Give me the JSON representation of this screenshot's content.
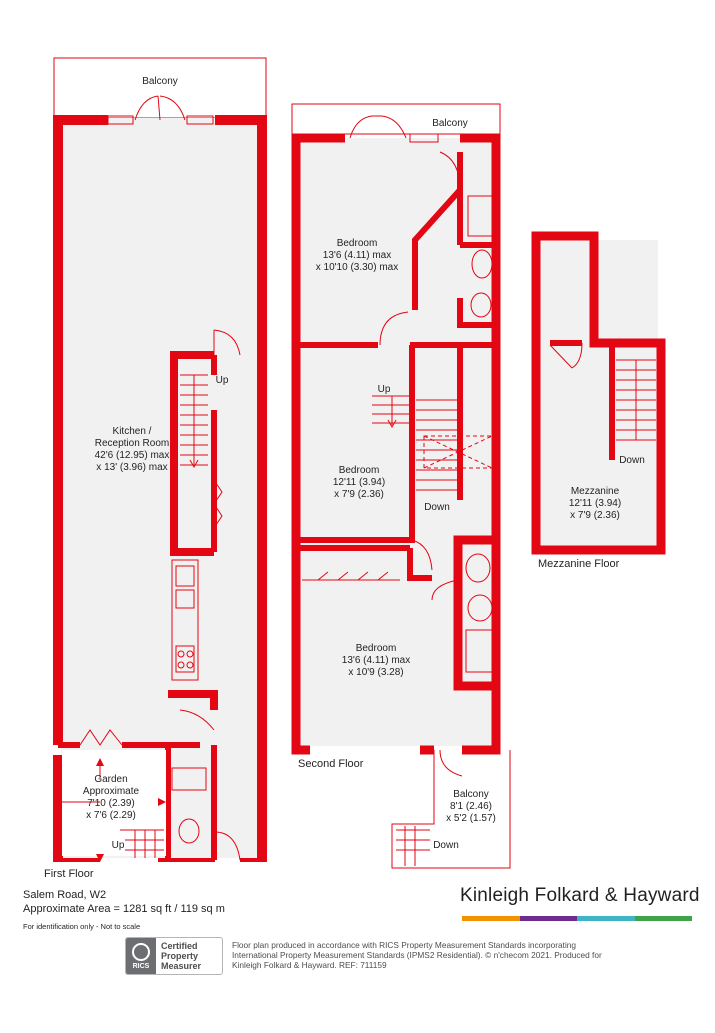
{
  "rooms": {
    "balcony_top_left": "Balcony",
    "kitchen": [
      "Kitchen /",
      "Reception Room",
      "42'6 (12.95) max",
      "x 13' (3.96) max"
    ],
    "stairs_first_up": "Up",
    "garden": [
      "Garden",
      "Approximate",
      "7'10 (2.39)",
      "x 7'6 (2.29)"
    ],
    "garden_up": "Up",
    "balcony_top_mid": "Balcony",
    "bedroom1": [
      "Bedroom",
      "13'6 (4.11) max",
      "x 10'10 (3.30) max"
    ],
    "up_second": "Up",
    "bedroom2": [
      "Bedroom",
      "12'11 (3.94)",
      "x 7'9 (2.36)"
    ],
    "down_second": "Down",
    "bedroom3": [
      "Bedroom",
      "13'6 (4.11) max",
      "x 10'9 (3.28)"
    ],
    "balcony_rear": [
      "Balcony",
      "8'1 (2.46)",
      "x 5'2 (1.57)"
    ],
    "down_rear": "Down",
    "mezzanine": [
      "Mezzanine",
      "12'11 (3.94)",
      "x 7'9 (2.36)"
    ],
    "mezz_down": "Down"
  },
  "floors": {
    "first": "First Floor",
    "second": "Second Floor",
    "mezzanine": "Mezzanine Floor"
  },
  "property": {
    "address": "Salem Road, W2",
    "area": "Approximate Area = 1281 sq ft / 119 sq m",
    "note": "For identification only - Not to scale"
  },
  "brand": {
    "name": "Kinleigh Folkard & Hayward",
    "bar_colors": [
      "#f39200",
      "#6e2c8f",
      "#3fb4c5",
      "#3ea34b"
    ]
  },
  "rics": {
    "seal": "RICS",
    "lines": [
      "Certified",
      "Property",
      "Measurer"
    ]
  },
  "disclaimer": "Floor plan produced in accordance with RICS Property Measurement Standards incorporating International Property Measurement Standards (IPMS2 Residential). © n'checom 2021. Produced for Kinleigh Folkard & Hayward.   REF: 711159",
  "colors": {
    "wall": "#e30613",
    "room_fill": "#f1f1f1"
  }
}
